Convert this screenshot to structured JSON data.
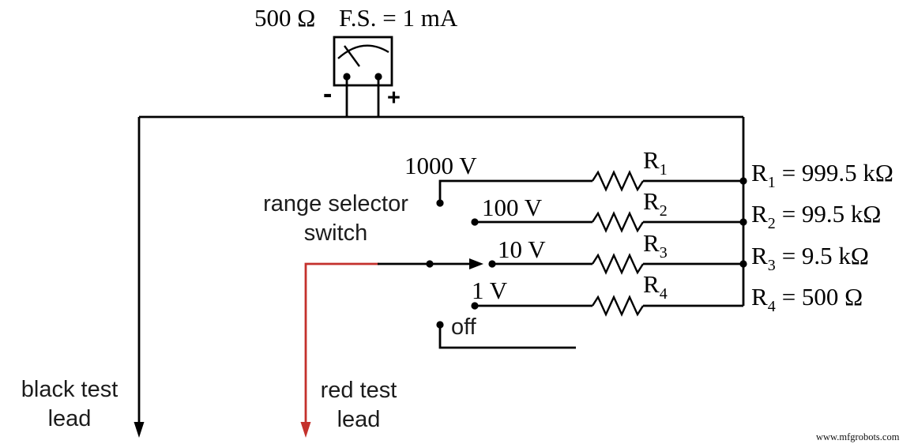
{
  "meter": {
    "rating": "500 Ω",
    "full_scale": "F.S. = 1 mA",
    "minus": "-",
    "plus": "+"
  },
  "selector": {
    "label_line1": "range selector",
    "label_line2": "switch",
    "positions": [
      "1000 V",
      "100 V",
      "10 V",
      "1 V"
    ],
    "off": "off"
  },
  "resistors": [
    {
      "name": "R",
      "sub": "1",
      "value": "= 999.5 kΩ"
    },
    {
      "name": "R",
      "sub": "2",
      "value": "= 99.5 kΩ"
    },
    {
      "name": "R",
      "sub": "3",
      "value": "= 9.5 kΩ"
    },
    {
      "name": "R",
      "sub": "4",
      "value": "= 500 Ω"
    }
  ],
  "leads": {
    "black_line1": "black test",
    "black_line2": "lead",
    "red_line1": "red test",
    "red_line2": "lead"
  },
  "watermark": "www.mfgrobots.com",
  "colors": {
    "wire": "#000000",
    "red_lead": "#c4312c"
  }
}
